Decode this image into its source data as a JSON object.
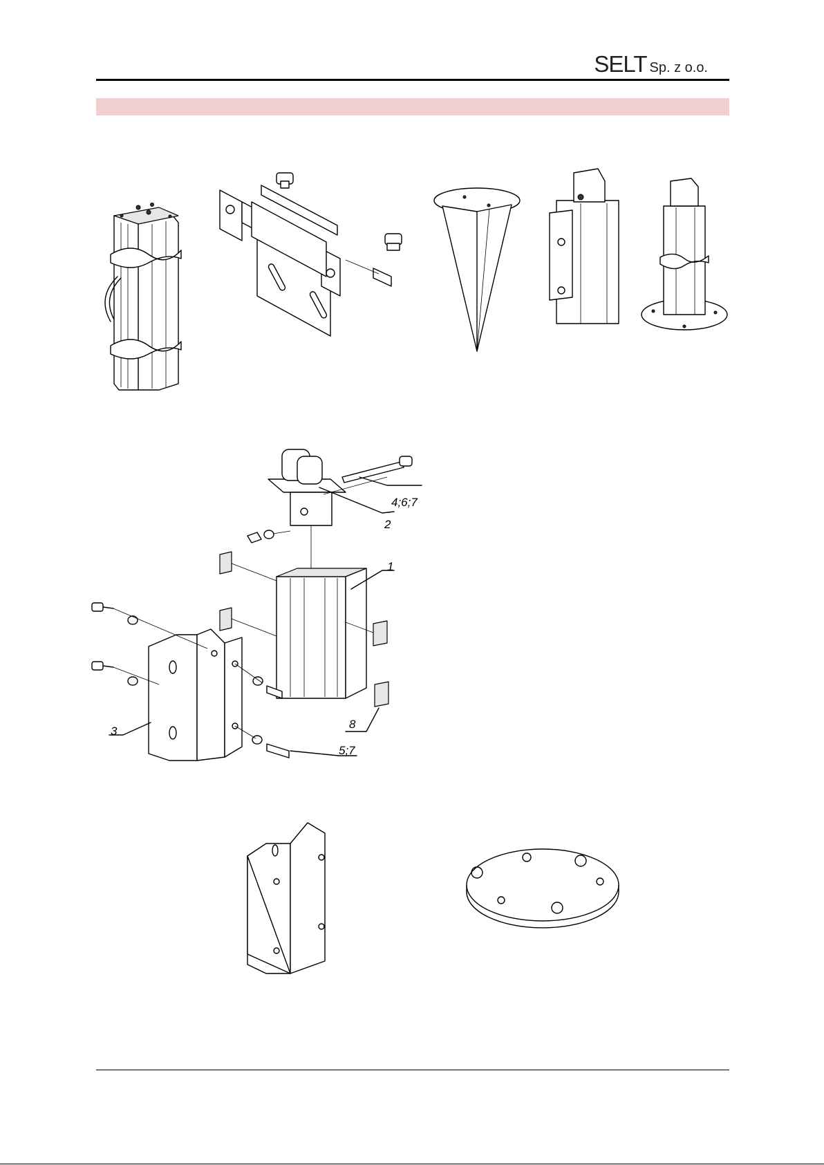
{
  "header": {
    "brand": "SELT",
    "company_suffix": "Sp. z o.o."
  },
  "callouts": {
    "c1": "1",
    "c2": "2",
    "c3": "3",
    "c467": "4;6;7",
    "c57": "5;7",
    "c8": "8"
  }
}
